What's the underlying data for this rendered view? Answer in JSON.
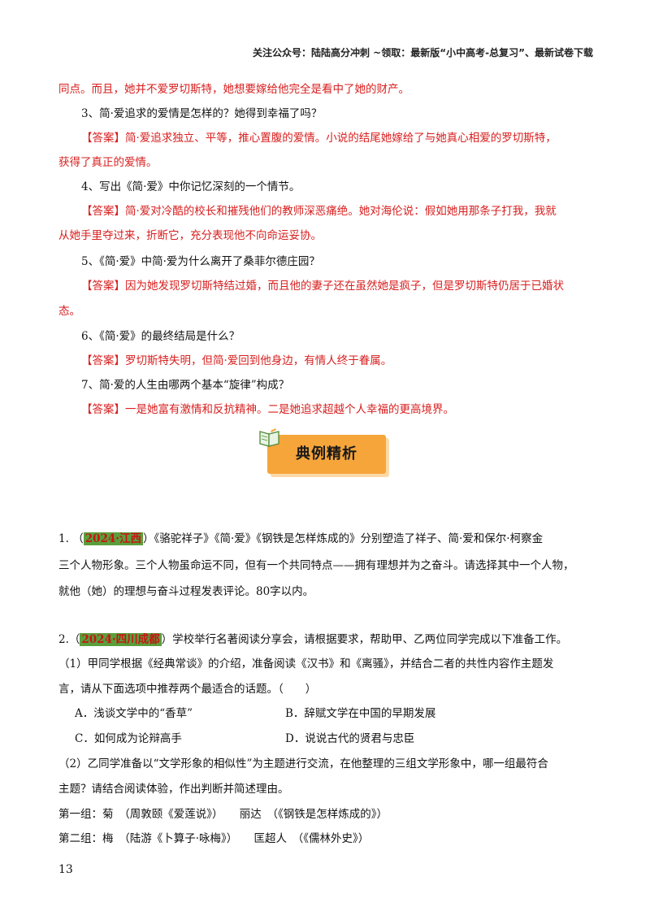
{
  "header": {
    "text": "关注公众号：陆陆高分冲刺   ~领取：最新版“小中高考-总复习”、最新试卷下载"
  },
  "qa": {
    "cont": "同点。而且，她并不爱罗切斯特，她想要嫁给他完全是看中了她的财产。",
    "q3": "3、简·爱追求的爱情是怎样的？她得到幸福了吗？",
    "a3_1": "【答案】简·爱追求独立、平等，推心置腹的爱情。小说的结尾她嫁给了与她真心相爱的罗切斯特，",
    "a3_2": "获得了真正的爱情。",
    "q4": "4、写出《简·爱》中你记忆深刻的一个情节。",
    "a4_1": "【答案】简·爱对冷酷的校长和摧残他们的教师深恶痛绝。她对海伦说：假如她用那条子打我，我就",
    "a4_2": "从她手里夺过来，折断它，充分表现他不向命运妥协。",
    "q5": "5、《简·爱》中简·爱为什么离开了桑菲尔德庄园？",
    "a5_1": "【答案】因为她发现罗切斯特结过婚，而且他的妻子还在虽然她是疯子，但是罗切斯特仍居于已婚状",
    "a5_2": "态。",
    "q6": "6、《简·爱》的最终结局是什么？",
    "a6": "【答案】罗切斯特失明，但简·爱回到他身边，有情人终于眷属。",
    "q7": "7、简·爱的人生由哪两个基本“旋律”构成？",
    "a7": "【答案】一是她富有激情和反抗精神。二是她追求超越个人幸福的更高境界。"
  },
  "banner": {
    "label": "典例精析",
    "icon": "book-icon"
  },
  "ex1": {
    "num": "1.",
    "lp": "（",
    "tag": "2024·江西",
    "rp": "）",
    "l1": "《骆驼祥子》《简·爱》《钢铁是怎样炼成的》分别塑造了祥子、简·爱和保尔·柯察金",
    "l2": "三个人物形象。三个人物虽命运不同，但有一个共同特点——拥有理想并为之奋斗。请选择其中一个人物，",
    "l3": "就他（她）的理想与奋斗过程发表评论。80字以内。"
  },
  "ex2": {
    "num": "2.（",
    "tag": "2024·四川成都",
    "rp": "）",
    "l1": "学校举行名著阅读分享会，请根据要求，帮助甲、乙两位同学完成以下准备工作。",
    "p1_1": "（1）甲同学根据《经典常谈》的介绍，准备阅读《汉书》和《离骚》，并结合二者的共性内容作主题发",
    "p1_2": "言，请从下面选项中推荐两个最适合的话题。（　　）",
    "optA": "A．浅谈文学中的“香草”",
    "optB": "B．辞赋文学在中国的早期发展",
    "optC": "C．如何成为论辩高手",
    "optD": "D．说说古代的贤君与忠臣",
    "p2_1": "（2）乙同学准备以“文学形象的相似性”为主题进行交流，在他整理的三组文学形象中，哪一组最符合",
    "p2_2": "主题？请结合阅读体验，作出判断并简述理由。",
    "g1": "第一组：菊　（周敦颐《爱莲说》）　　丽达　（《钢铁是怎样炼成的》）",
    "g2": "第二组：梅　（陆游《卜算子·咏梅》）　　匡超人　（《儒林外史》）"
  },
  "page_number": "13",
  "colors": {
    "answer": "#d81e1e",
    "banner": "#f6a53a",
    "tag_bg": "#5a9f3c"
  }
}
